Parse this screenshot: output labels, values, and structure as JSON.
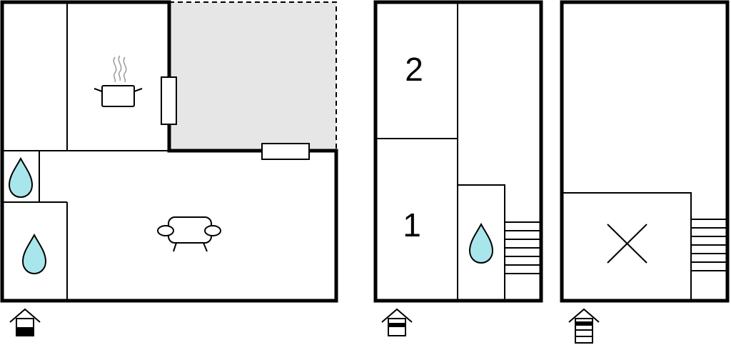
{
  "floors": [
    {
      "key": "ground",
      "level_icon": "floor-level-ground-icon"
    },
    {
      "key": "first",
      "level_icon": "floor-level-first-icon",
      "bedrooms": [
        "2",
        "1"
      ]
    },
    {
      "key": "second",
      "level_icon": "floor-level-second-icon"
    }
  ],
  "icons": {
    "kitchen": "cooking-pot-icon",
    "bathroom": "water-drop-icon",
    "living": "sofa-icon",
    "stairs": "staircase-icon",
    "void": "cross-icon"
  },
  "colors": {
    "wall": "#000000",
    "terrace": "#e6e6e6",
    "water": "#a8e6ec"
  }
}
